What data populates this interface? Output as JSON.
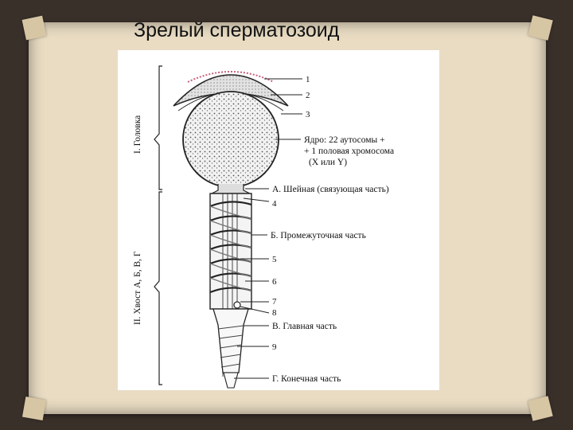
{
  "slide": {
    "title": "Зрелый сперматозоид"
  },
  "figure": {
    "side_labels": {
      "head": "I. Головка",
      "tail": "II. Хвост А, Б, В, Г"
    },
    "numbers": [
      "1",
      "2",
      "3",
      "4",
      "5",
      "6",
      "7",
      "8",
      "9"
    ],
    "nucleus": {
      "line1": "Ядро: 22 аутосомы +",
      "line2": "+ 1 половая хромосома",
      "line3": "(X или Y)"
    },
    "sections": {
      "a": "А. Шейная (связующая часть)",
      "b": "Б. Промежуточная часть",
      "v": "В. Главная часть",
      "g": "Г. Конечная часть"
    }
  }
}
